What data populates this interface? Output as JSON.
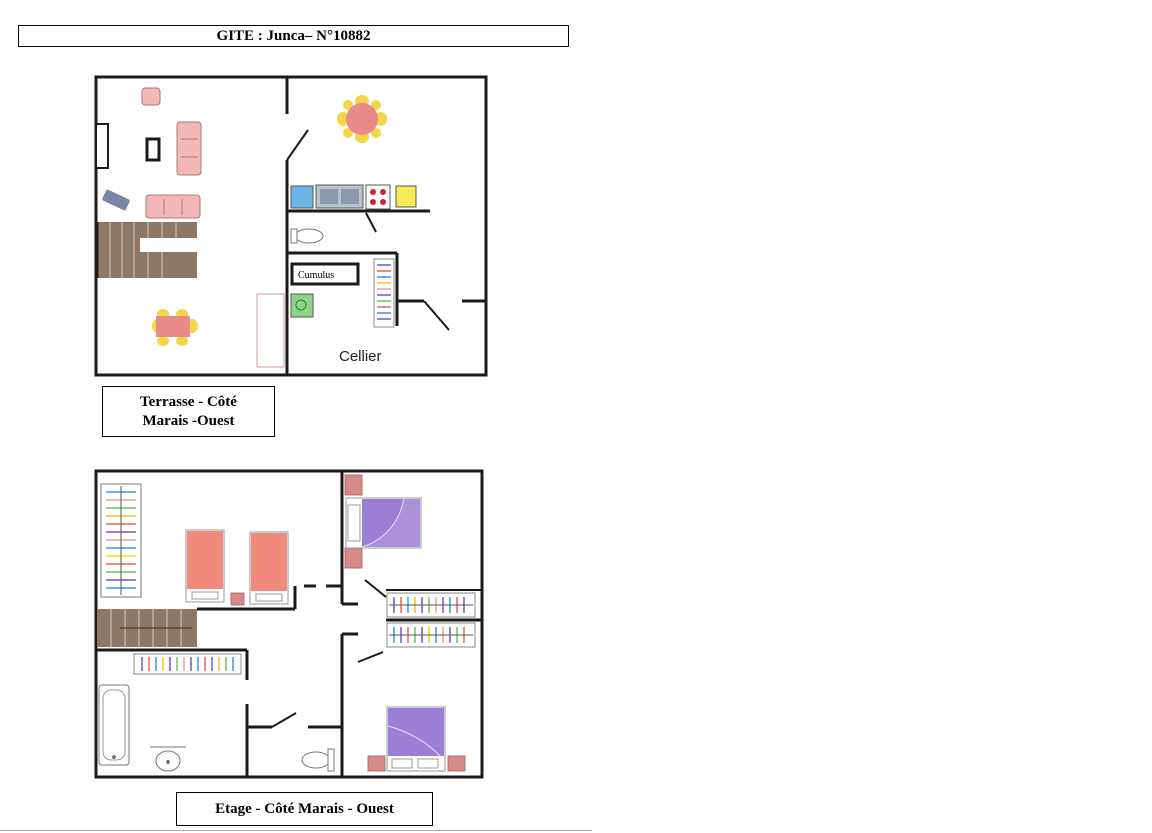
{
  "header": {
    "title": "GITE : Junca– N°10882"
  },
  "ground_floor": {
    "caption_line1": "Terrasse - Côté",
    "caption_line2": "Marais -Ouest",
    "label_cumulus": "Cumulus",
    "label_cellier": "Cellier"
  },
  "upper_floor": {
    "caption": "Etage - Côté Marais - Ouest"
  },
  "colors": {
    "wall": "#1a1a1a",
    "sofa": "#f2b8b8",
    "table": "#e88a8a",
    "chair": "#f5d64a",
    "bed": "#f08a7a",
    "double_bed": "#9b7fd4",
    "stairs": "#8f7766",
    "fridge": "#6ab4e8",
    "washer": "#f5ec55",
    "boiler": "#8fd48a"
  }
}
